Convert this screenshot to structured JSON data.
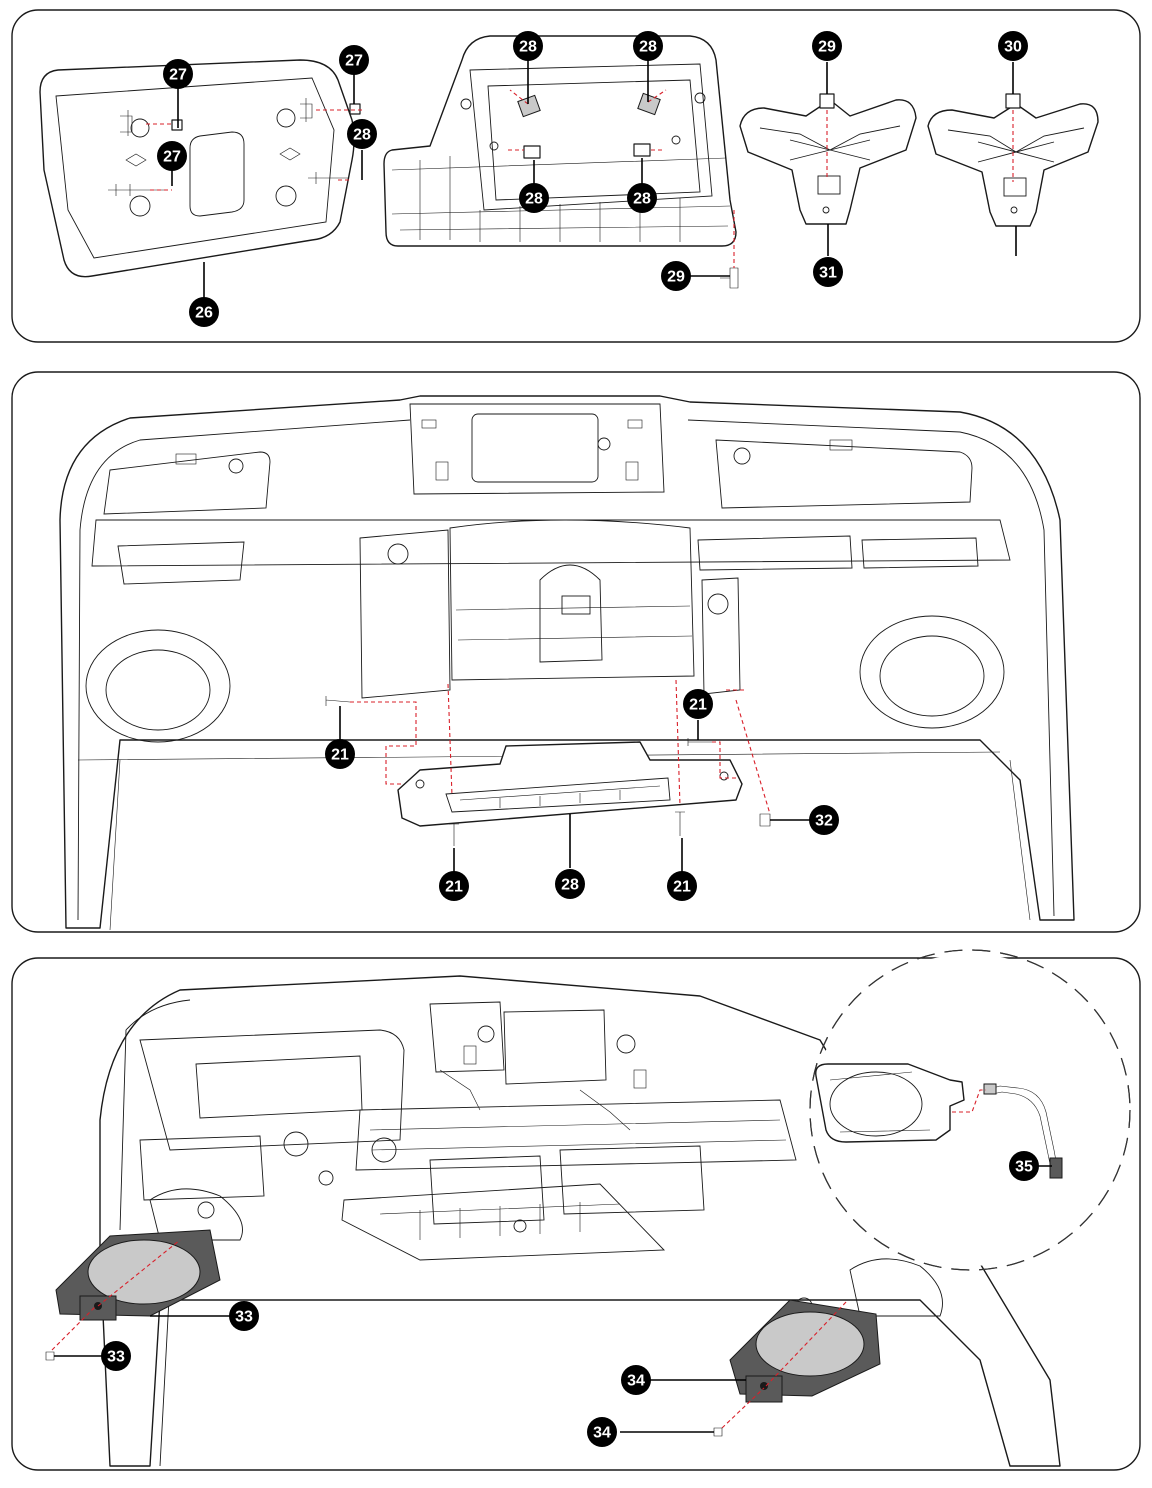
{
  "colors": {
    "callout": "#000000",
    "callout_text": "#ffffff",
    "dashed_guide": "#d9202a",
    "line": "#1a1a1a"
  },
  "panels": [
    {
      "name": "panel-top",
      "callouts": [
        {
          "label": "26"
        },
        {
          "label": "27"
        },
        {
          "label": "27"
        },
        {
          "label": "27"
        },
        {
          "label": "28"
        },
        {
          "label": "28"
        },
        {
          "label": "28"
        },
        {
          "label": "28"
        },
        {
          "label": "28"
        },
        {
          "label": "29"
        },
        {
          "label": "29"
        },
        {
          "label": "30"
        },
        {
          "label": "31"
        }
      ]
    },
    {
      "name": "panel-middle",
      "callouts": [
        {
          "label": "21"
        },
        {
          "label": "21"
        },
        {
          "label": "21"
        },
        {
          "label": "21"
        },
        {
          "label": "28"
        },
        {
          "label": "32"
        }
      ]
    },
    {
      "name": "panel-bottom",
      "callouts": [
        {
          "label": "33"
        },
        {
          "label": "33"
        },
        {
          "label": "34"
        },
        {
          "label": "34"
        },
        {
          "label": "35"
        }
      ]
    }
  ]
}
